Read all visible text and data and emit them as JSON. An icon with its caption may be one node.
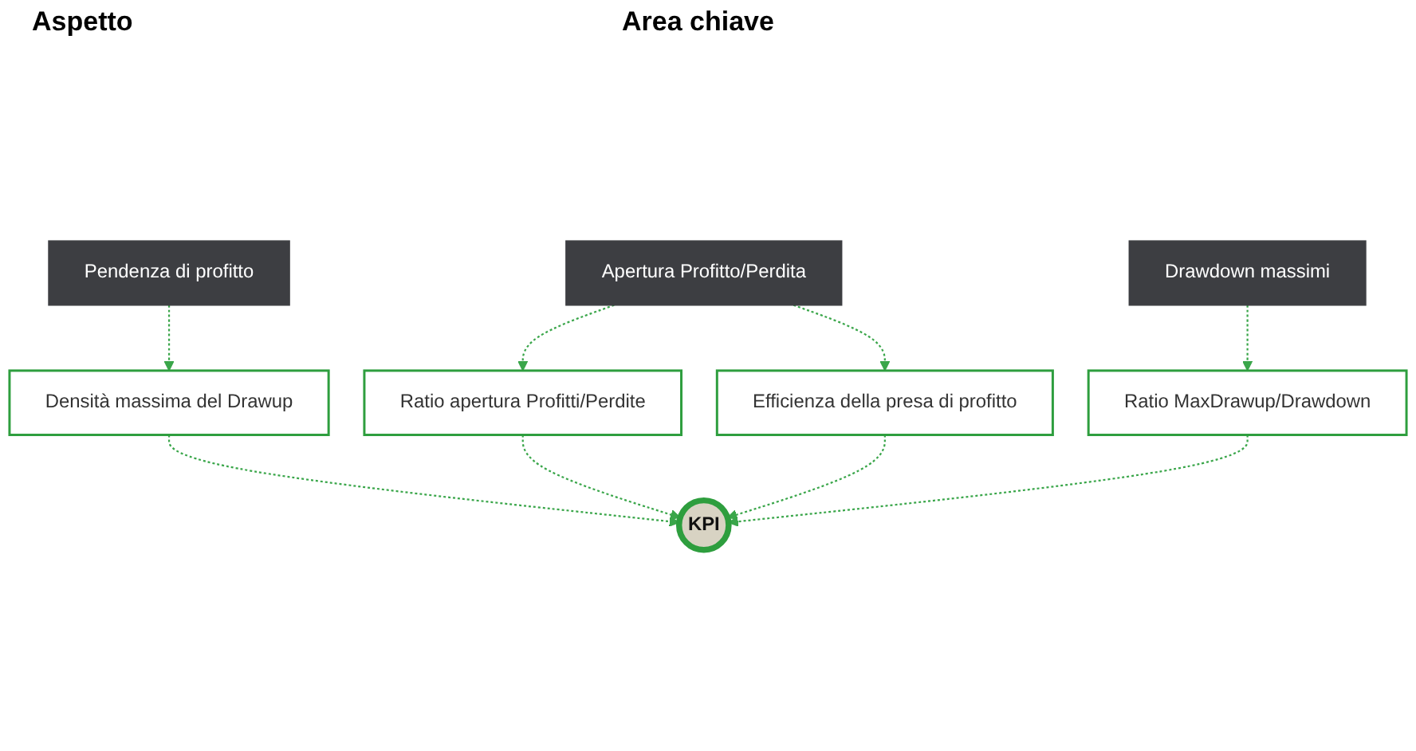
{
  "diagram": {
    "nodes": [
      {
        "text": [
          "Apertura Profitto/Perdita"
        ]
      },
      {
        "text": [
          "Pendenza di profitto"
        ]
      },
      {
        "text": [
          "Drawdown massimi"
        ]
      },
      {
        "text": [
          "Efficienza della presa di profitto"
        ]
      },
      {
        "text": [
          "Densità massima del Drawup"
        ]
      },
      {
        "text": [
          "Ratio MaxDrawup/Drawdown"
        ]
      },
      {
        "text": [
          "Ratio apertura Profitti/Perdite"
        ]
      },
      {
        "text": [
          "KPI"
        ]
      }
    ],
    "edges": [
      {
        "from": 0,
        "to": 6,
        "arrow": "to",
        "style": "dashed"
      },
      {
        "from": 0,
        "to": 3,
        "arrow": "to",
        "style": "dashed"
      },
      {
        "from": 1,
        "to": 4,
        "arrow": "to",
        "style": "dashed"
      },
      {
        "from": 2,
        "to": 5,
        "arrow": "to",
        "style": "dashed"
      },
      {
        "from": 3,
        "to": 7,
        "arrow": "to",
        "style": "dashed"
      },
      {
        "from": 4,
        "to": 7,
        "arrow": "to",
        "style": "dashed"
      },
      {
        "from": 5,
        "to": 7,
        "arrow": "to",
        "style": "dashed"
      },
      {
        "from": 6,
        "to": 7,
        "arrow": "to",
        "style": "dashed"
      }
    ],
    "labels": [
      "Area chiave",
      "Aspetto"
    ]
  }
}
